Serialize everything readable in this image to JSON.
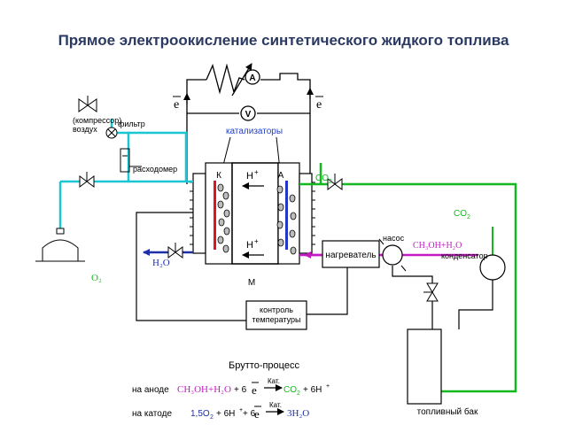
{
  "title": "Прямое электроокисление синтетического жидкого топлива",
  "labels": {
    "ammeter": "A",
    "voltmeter": "V",
    "electron_left": "e",
    "electron_right": "e",
    "catalysts": "катализаторы",
    "compressor_line1": "(компрессор)",
    "compressor_line2": "воздух",
    "filter": "фильтр",
    "flowmeter": "расходомер",
    "cathode": "К",
    "anode": "А",
    "proton_top": "H",
    "proton_top_sup": "+",
    "proton_bottom": "H",
    "proton_bottom_sup": "+",
    "membrane": "М",
    "co2_out": "CO",
    "co2_out_sub": "2",
    "co2_cond": "CO",
    "co2_cond_sub": "2",
    "water": "H₂O",
    "oxygen": "O₂",
    "heater": "нагреватель",
    "pump": "насос",
    "fuel_mix": "CH₃OH+H₂O",
    "condenser": "конденсатор",
    "temp_control_line1": "контроль",
    "temp_control_line2": "температуры",
    "fuel_tank": "топливный бак"
  },
  "reactions": {
    "heading": "Брутто-процесс",
    "anode": {
      "label": "на аноде",
      "reactants": "CH₃OH+H₂O",
      "plus_e": "+ 6",
      "e": "e",
      "catalyst": "Кат.",
      "products_co2": "CO",
      "products_co2_sub": "2",
      "products_rest": "+ 6H",
      "products_rest_sup": "+"
    },
    "cathode": {
      "label": "на катоде",
      "reactants_o2": "1,5O",
      "reactants_o2_sub": "2",
      "reactants_rest": "+ 6H",
      "reactants_rest_sup": "+",
      "plus_e": "+ 6",
      "e": "e",
      "catalyst": "Кат.",
      "products": "3H₂O"
    }
  },
  "colors": {
    "title": "#2b3a63",
    "air_line": "#19c6d2",
    "co2_line": "#13b81e",
    "fuel_line": "#c21bc2",
    "water_line": "#1e2fa8",
    "cathode_bar": "#e0141e",
    "anode_bar": "#2436c8",
    "catalyst_text": "#1e3fd0"
  }
}
